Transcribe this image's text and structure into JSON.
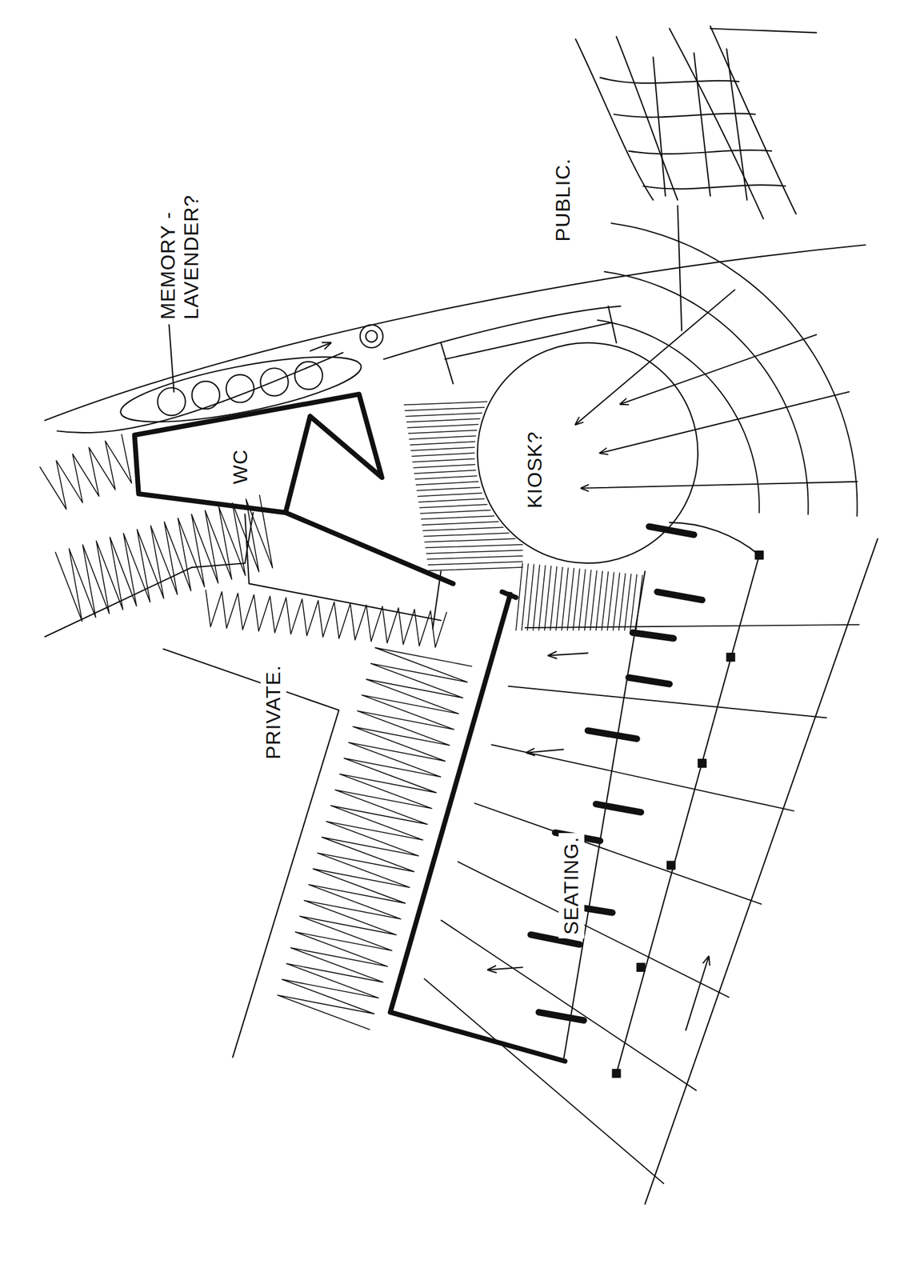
{
  "diagram": {
    "nodes": [
      {
        "text": [
          "WC"
        ]
      },
      {
        "text": [
          "KIOSK?"
        ]
      }
    ],
    "labels": [
      "MEMORY - LAVENDER?",
      "PUBLIC.",
      "PRIVATE.",
      "SEATING."
    ]
  }
}
